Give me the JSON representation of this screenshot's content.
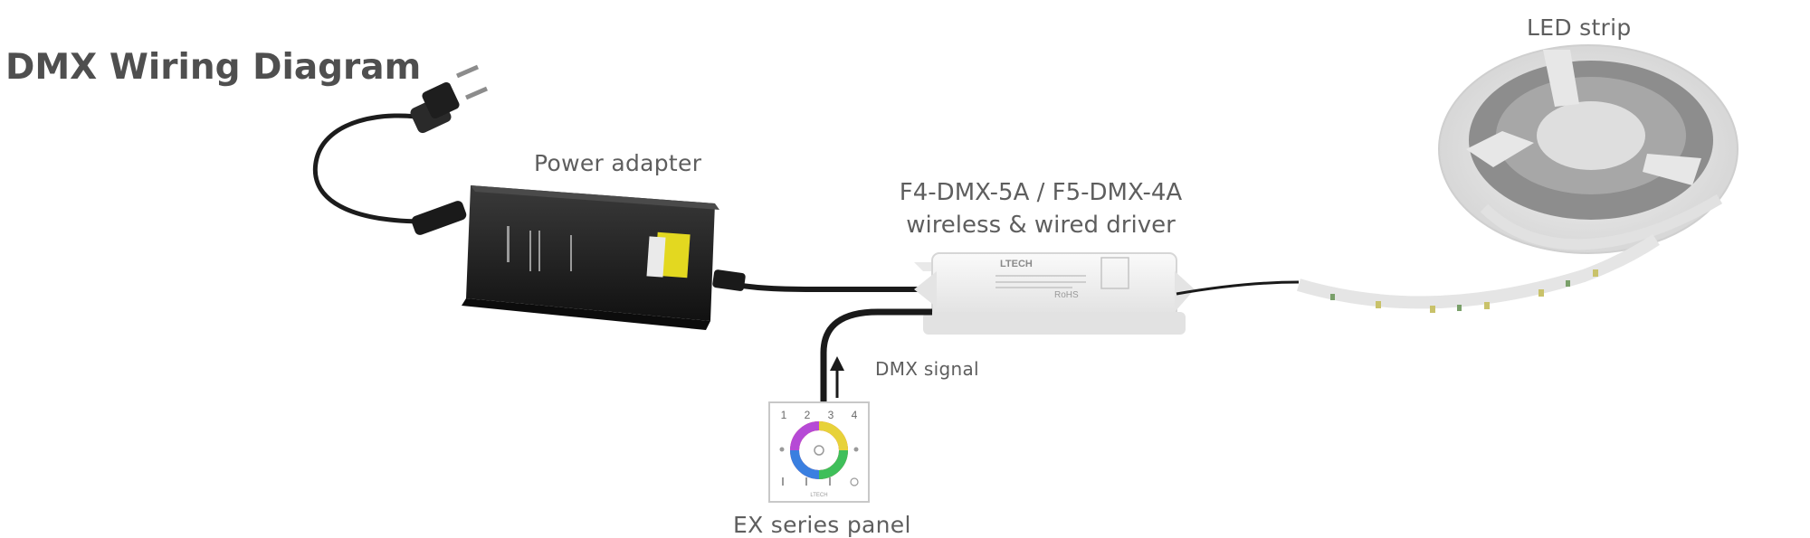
{
  "title": "DMX Wiring Diagram",
  "labels": {
    "power_adapter": "Power adapter",
    "driver_line1": "F4-DMX-5A / F5-DMX-4A",
    "driver_line2": "wireless & wired driver",
    "led_strip": "LED strip",
    "dmx_signal": "DMX signal",
    "panel": "EX series panel"
  },
  "device_text": {
    "driver_brand": "LTECH",
    "rohs": "RoHS",
    "panel_brand": "LTECH",
    "zones": [
      "1",
      "2",
      "3",
      "4"
    ]
  },
  "colors": {
    "adapter_body": "#1c1c1c",
    "adapter_sticker_yellow": "#e3d820",
    "driver_body": "#f2f2f2",
    "cable": "#161616",
    "strip_base": "#e6e6e6",
    "panel_border": "#c8c8c8"
  }
}
